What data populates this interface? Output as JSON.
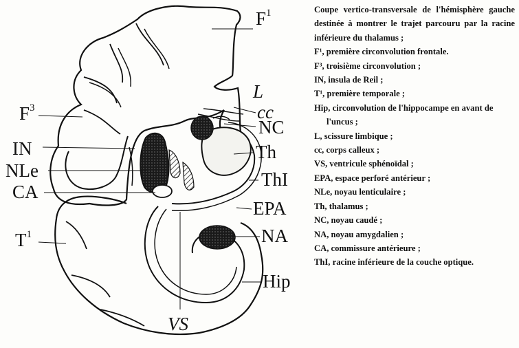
{
  "figure": {
    "labels": {
      "F1": "F",
      "F1_sup": "1",
      "L": "L",
      "cc": "cc",
      "F3": "F",
      "F3_sup": "3",
      "NC": "NC",
      "IN": "IN",
      "Th": "Th",
      "NLe": "NLe",
      "ThI": "ThI",
      "CA": "CA",
      "EPA": "EPA",
      "T1": "T",
      "T1_sup": "1",
      "NA": "NA",
      "Hip": "Hip",
      "VS": "VS"
    },
    "colors": {
      "ink": "#111111",
      "hatch": "#222222",
      "paper": "#fdfdfb"
    }
  },
  "caption": {
    "intro": "Coupe vertico-transversale de l'hémisphère gauche destinée à montrer le trajet parcouru par la racine inférieure du thalamus ;",
    "entries": [
      "F¹, première circonvolution frontale.",
      "F³, troisième circonvolution ;",
      "IN, insula de Reil ;",
      "T¹, première temporale ;",
      "Hip, circonvolution de l'hippocampe en avant de l'uncus ;",
      "L, scissure limbique ;",
      "cc, corps calleux ;",
      "VS, ventricule sphénoïdal ;",
      "EPA, espace perforé antérieur ;",
      "NLe, noyau lenticulaire ;",
      "Th, thalamus ;",
      "NC, noyau caudé ;",
      "NA, noyau amygdalien ;",
      "CA, commissure antérieure ;",
      "ThI, racine inférieure de la couche optique."
    ]
  }
}
